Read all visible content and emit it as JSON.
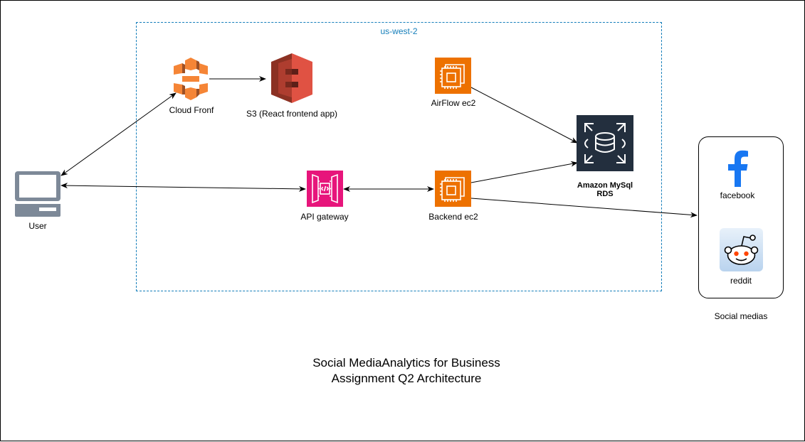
{
  "region": {
    "label": "us-west-2",
    "color": "#147EBA"
  },
  "nodes": {
    "user": {
      "label": "User",
      "icon": "laptop-icon",
      "color": "#7D8998"
    },
    "cloudfront": {
      "label": "Cloud Fronf",
      "icon": "cloudfront-icon",
      "color": "#F58536"
    },
    "s3": {
      "label": "S3 (React frontend app)",
      "icon": "s3-bucket-icon",
      "color": "#E05243"
    },
    "airflow": {
      "label": "AirFlow ec2",
      "icon": "ec2-instance-icon",
      "color": "#ED7100"
    },
    "rds": {
      "label_line1": "Amazon MySql",
      "label_line2": "RDS",
      "icon": "rds-database-icon",
      "color": "#232F3E"
    },
    "api_gateway": {
      "label": "API gateway",
      "icon": "api-gateway-icon",
      "color": "#E7157B"
    },
    "backend": {
      "label": "Backend ec2",
      "icon": "ec2-instance-icon",
      "color": "#ED7100"
    },
    "facebook": {
      "label": "facebook",
      "icon": "facebook-icon",
      "color": "#1877F2"
    },
    "reddit": {
      "label": "reddit",
      "icon": "reddit-icon",
      "color": "#FF4500"
    }
  },
  "social_group": {
    "label": "Social medias"
  },
  "title": {
    "line1": "Social MediaAnalytics for Business",
    "line2": "Assignment Q2 Architecture"
  },
  "edges": [
    {
      "from": "user",
      "to": "cloudfront",
      "direction": "both"
    },
    {
      "from": "cloudfront",
      "to": "s3",
      "direction": "forward"
    },
    {
      "from": "user",
      "to": "api_gateway",
      "direction": "both"
    },
    {
      "from": "api_gateway",
      "to": "backend",
      "direction": "both"
    },
    {
      "from": "airflow",
      "to": "rds",
      "direction": "forward"
    },
    {
      "from": "backend",
      "to": "rds",
      "direction": "forward"
    },
    {
      "from": "backend",
      "to": "social_group",
      "direction": "forward"
    }
  ]
}
